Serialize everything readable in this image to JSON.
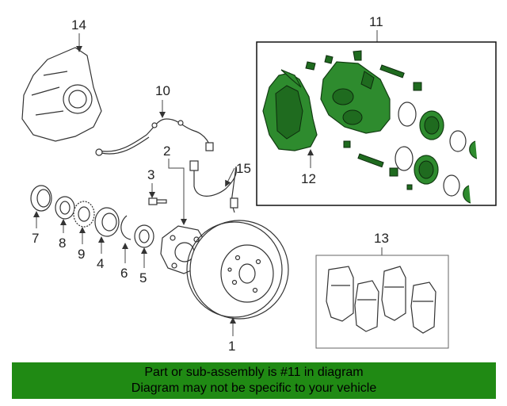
{
  "callouts": {
    "c1": "1",
    "c2": "2",
    "c3": "3",
    "c4": "4",
    "c5": "5",
    "c6": "6",
    "c7": "7",
    "c8": "8",
    "c9": "9",
    "c10": "10",
    "c11": "11",
    "c12": "12",
    "c13": "13",
    "c14": "14",
    "c15": "15"
  },
  "banner": {
    "line1": "Part or sub-assembly is #11 in diagram",
    "line2": "Diagram may not be specific to your vehicle"
  },
  "colors": {
    "highlight": "#2e8b2e",
    "banner": "#208a14"
  }
}
